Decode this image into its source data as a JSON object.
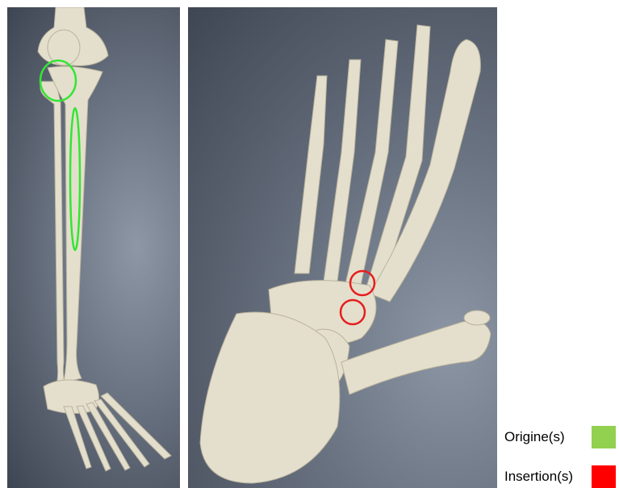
{
  "legend": {
    "origin_label": "Origine(s)",
    "origin_color": "#92d050",
    "insertion_label": "Insertion(s)",
    "insertion_color": "#ff0000"
  },
  "bone_color": "#e4dfcd",
  "marker_colors": {
    "origin": "#33e633",
    "insertion": "#e61e1e"
  },
  "panels": [
    {
      "name": "leg-anterior-view",
      "markers": [
        "origin",
        "origin"
      ]
    },
    {
      "name": "foot-plantar-view",
      "markers": [
        "insertion",
        "insertion"
      ]
    }
  ]
}
